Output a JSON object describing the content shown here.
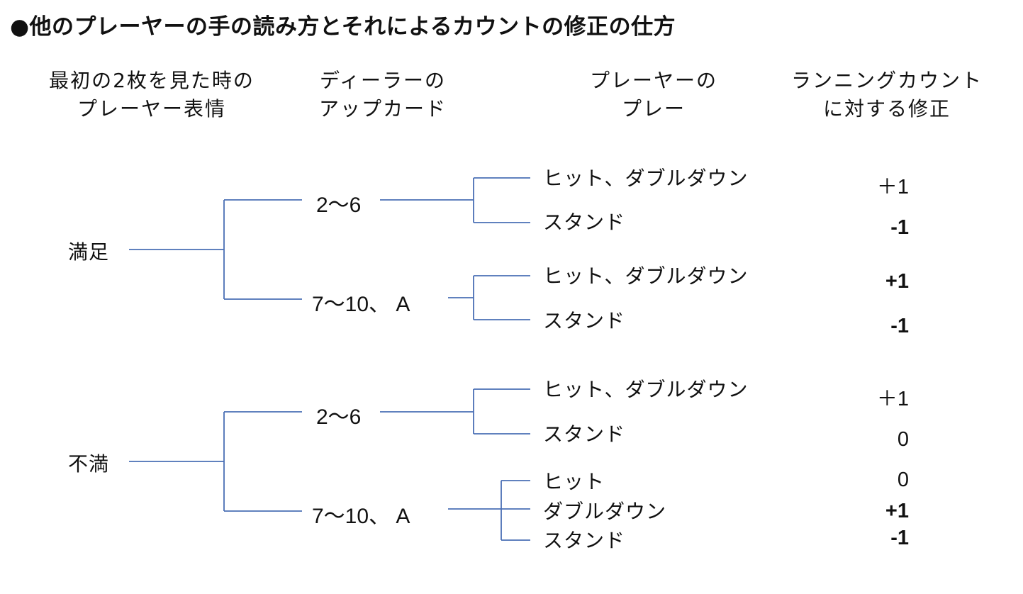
{
  "title": "●他のプレーヤーの手の読み方とそれによるカウントの修正の仕方",
  "headers": {
    "col1": [
      "最初の2枚を見た時の",
      "プレーヤー表情"
    ],
    "col2": [
      "ディーラーの",
      "アップカード"
    ],
    "col3": [
      "プレーヤーの",
      "プレー"
    ],
    "col4": [
      "ランニングカウント",
      "に対する修正"
    ]
  },
  "tree": {
    "satisfied": {
      "label": "満足",
      "up_low": {
        "label": "2〜6",
        "plays": [
          {
            "label": "ヒット、ダブルダウン",
            "adjust": "＋1"
          },
          {
            "label": "スタンド",
            "adjust": "-1"
          }
        ]
      },
      "up_high": {
        "label": "7〜10、 A",
        "plays": [
          {
            "label": "ヒット、ダブルダウン",
            "adjust": "+1"
          },
          {
            "label": "スタンド",
            "adjust": "-1"
          }
        ]
      }
    },
    "unsatisfied": {
      "label": "不満",
      "up_low": {
        "label": "2〜6",
        "plays": [
          {
            "label": "ヒット、ダブルダウン",
            "adjust": "＋1"
          },
          {
            "label": "スタンド",
            "adjust": "0"
          }
        ]
      },
      "up_high": {
        "label": "7〜10、 A",
        "plays": [
          {
            "label": "ヒット",
            "adjust": "0"
          },
          {
            "label": "ダブルダウン",
            "adjust": "+1"
          },
          {
            "label": "スタンド",
            "adjust": "-1"
          }
        ]
      }
    }
  }
}
